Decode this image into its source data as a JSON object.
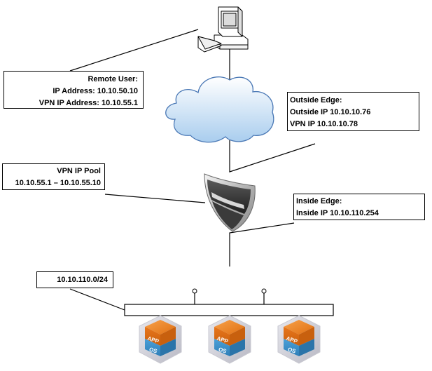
{
  "remote_user": {
    "title": "Remote User:",
    "ip_line": "IP Address:  10.10.50.10",
    "vpn_line": "VPN IP Address:  10.10.55.1"
  },
  "outside_edge": {
    "title": "Outside Edge:",
    "outside_ip": "Outside IP 10.10.10.76",
    "vpn_ip": "VPN IP 10.10.10.78"
  },
  "vpn_pool": {
    "title": "VPN IP Pool",
    "range": "10.10.55.1 – 10.10.55.10"
  },
  "inside_edge": {
    "title": "Inside Edge:",
    "inside_ip": "Inside IP 10.10.110.254"
  },
  "subnet": {
    "label": "10.10.110.0/24"
  },
  "vms": [
    {
      "app": "APP",
      "os": "OS"
    },
    {
      "app": "APP",
      "os": "OS"
    },
    {
      "app": "APP",
      "os": "OS"
    }
  ],
  "colors": {
    "cloud_top": "#ffffff",
    "cloud_bottom": "#a9cdee",
    "cloud_stroke": "#4a78b5",
    "app_orange": "#e8761c",
    "os_blue": "#3b8fca"
  }
}
